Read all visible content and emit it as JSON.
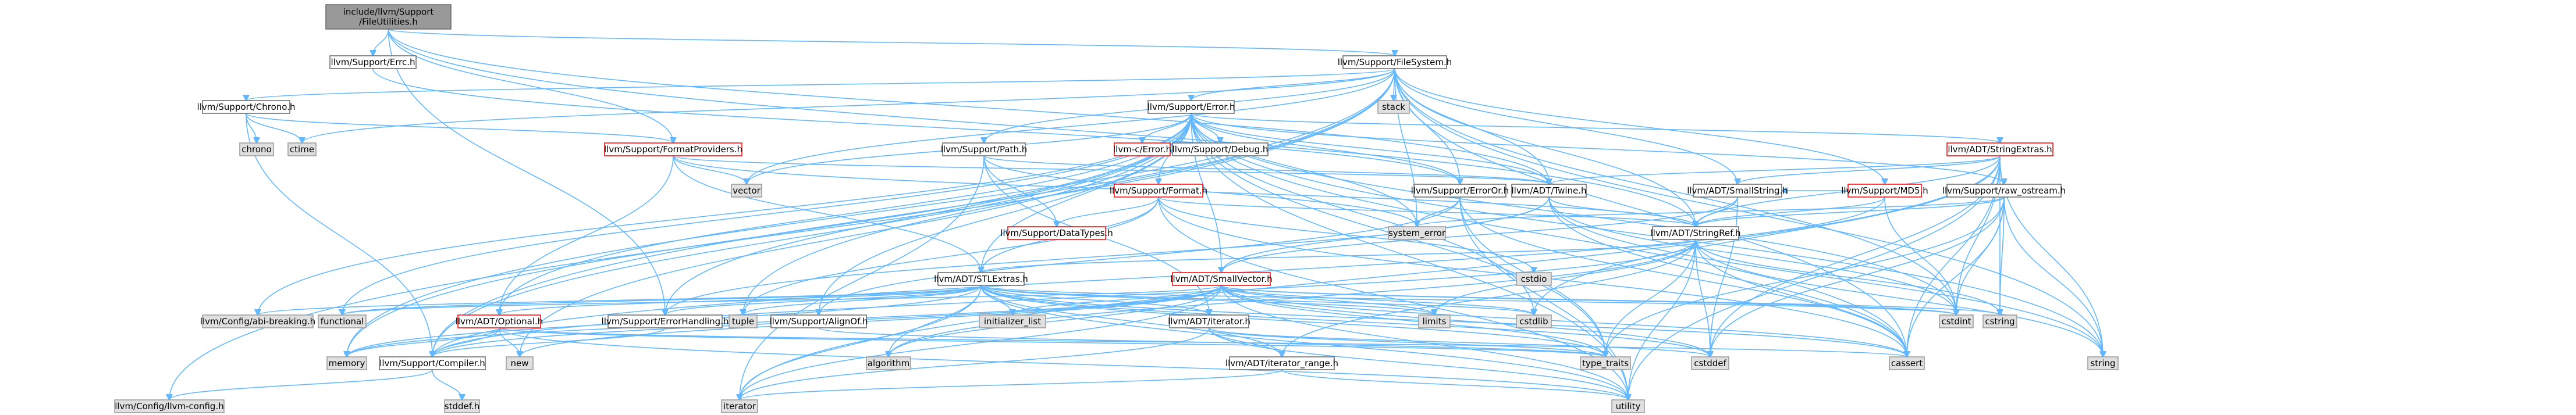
{
  "nodes": [
    {
      "id": "root",
      "label": "include/llvm/Support/FileUtilities.h",
      "lines": [
        "include/llvm/Support",
        "/FileUtilities.h"
      ],
      "kind": "root"
    },
    {
      "id": "errc",
      "label": "llvm/Support/Errc.h",
      "kind": "normal"
    },
    {
      "id": "filesystem",
      "label": "llvm/Support/FileSystem.h",
      "kind": "normal"
    },
    {
      "id": "chrono_h",
      "label": "llvm/Support/Chrono.h",
      "kind": "normal"
    },
    {
      "id": "chrono",
      "label": "chrono",
      "kind": "sys"
    },
    {
      "id": "ctime",
      "label": "ctime",
      "kind": "sys"
    },
    {
      "id": "formatproviders",
      "label": "llvm/Support/FormatProviders.h",
      "kind": "red"
    },
    {
      "id": "error_h",
      "label": "llvm/Support/Error.h",
      "kind": "normal"
    },
    {
      "id": "path_h",
      "label": "llvm/Support/Path.h",
      "kind": "normal"
    },
    {
      "id": "llvmc_error",
      "label": "llvm-c/Error.h",
      "kind": "red"
    },
    {
      "id": "debug_h",
      "label": "llvm/Support/Debug.h",
      "kind": "normal"
    },
    {
      "id": "stack",
      "label": "stack",
      "kind": "sys"
    },
    {
      "id": "stringextras",
      "label": "llvm/ADT/StringExtras.h",
      "kind": "red"
    },
    {
      "id": "vector",
      "label": "vector",
      "kind": "sys"
    },
    {
      "id": "format_h",
      "label": "llvm/Support/Format.h",
      "kind": "red"
    },
    {
      "id": "erroror",
      "label": "llvm/Support/ErrorOr.h",
      "kind": "normal"
    },
    {
      "id": "twine",
      "label": "llvm/ADT/Twine.h",
      "kind": "normal"
    },
    {
      "id": "smallstring",
      "label": "llvm/ADT/SmallString.h",
      "kind": "normal"
    },
    {
      "id": "md5",
      "label": "llvm/Support/MD5.h",
      "kind": "red"
    },
    {
      "id": "raw_ostream",
      "label": "llvm/Support/raw_ostream.h",
      "kind": "normal"
    },
    {
      "id": "datatypes",
      "label": "llvm/Support/DataTypes.h",
      "kind": "red"
    },
    {
      "id": "system_error",
      "label": "system_error",
      "kind": "sys"
    },
    {
      "id": "stringref",
      "label": "llvm/ADT/StringRef.h",
      "kind": "normal"
    },
    {
      "id": "stlextras",
      "label": "llvm/ADT/STLExtras.h",
      "kind": "normal"
    },
    {
      "id": "smallvector",
      "label": "llvm/ADT/SmallVector.h",
      "kind": "red"
    },
    {
      "id": "abibreaking",
      "label": "llvm/Config/abi-breaking.h",
      "kind": "sys"
    },
    {
      "id": "functional",
      "label": "functional",
      "kind": "sys"
    },
    {
      "id": "optional",
      "label": "llvm/ADT/Optional.h",
      "kind": "red"
    },
    {
      "id": "errorhandling",
      "label": "llvm/Support/ErrorHandling.h",
      "kind": "normal"
    },
    {
      "id": "tuple",
      "label": "tuple",
      "kind": "sys"
    },
    {
      "id": "alignof",
      "label": "llvm/Support/AlignOf.h",
      "kind": "normal"
    },
    {
      "id": "initializer_list",
      "label": "initializer_list",
      "kind": "sys"
    },
    {
      "id": "iterator_h",
      "label": "llvm/ADT/iterator.h",
      "kind": "normal"
    },
    {
      "id": "limits",
      "label": "limits",
      "kind": "sys"
    },
    {
      "id": "cstdlib",
      "label": "cstdlib",
      "kind": "sys"
    },
    {
      "id": "cstdint",
      "label": "cstdint",
      "kind": "sys"
    },
    {
      "id": "cstring",
      "label": "cstring",
      "kind": "sys"
    },
    {
      "id": "memory",
      "label": "memory",
      "kind": "sys"
    },
    {
      "id": "new",
      "label": "new",
      "kind": "sys"
    },
    {
      "id": "compiler",
      "label": "llvm/Support/Compiler.h",
      "kind": "normal"
    },
    {
      "id": "algorithm",
      "label": "algorithm",
      "kind": "sys"
    },
    {
      "id": "iterator_range",
      "label": "llvm/ADT/iterator_range.h",
      "kind": "normal"
    },
    {
      "id": "type_traits",
      "label": "type_traits",
      "kind": "sys"
    },
    {
      "id": "cstddef",
      "label": "cstddef",
      "kind": "sys"
    },
    {
      "id": "cassert",
      "label": "cassert",
      "kind": "sys"
    },
    {
      "id": "string",
      "label": "string",
      "kind": "sys"
    },
    {
      "id": "llvm_config",
      "label": "llvm/Config/llvm-config.h",
      "kind": "sys"
    },
    {
      "id": "stddef",
      "label": "stddef.h",
      "kind": "sys"
    },
    {
      "id": "iterator",
      "label": "iterator",
      "kind": "sys"
    },
    {
      "id": "utility",
      "label": "utility",
      "kind": "sys"
    }
  ],
  "edges": [
    [
      "root",
      "errc"
    ],
    [
      "root",
      "filesystem"
    ],
    [
      "root",
      "formatproviders"
    ],
    [
      "root",
      "errorhandling"
    ],
    [
      "root",
      "twine"
    ],
    [
      "root",
      "stringref"
    ],
    [
      "errc",
      "erroror"
    ],
    [
      "filesystem",
      "chrono_h"
    ],
    [
      "filesystem",
      "error_h"
    ],
    [
      "filesystem",
      "erroror"
    ],
    [
      "filesystem",
      "path_h"
    ],
    [
      "filesystem",
      "md5"
    ],
    [
      "filesystem",
      "twine"
    ],
    [
      "filesystem",
      "smallstring"
    ],
    [
      "filesystem",
      "stringref"
    ],
    [
      "filesystem",
      "stack"
    ],
    [
      "filesystem",
      "system_error"
    ],
    [
      "filesystem",
      "ctime"
    ],
    [
      "filesystem",
      "vector"
    ],
    [
      "filesystem",
      "compiler"
    ],
    [
      "filesystem",
      "llvm_config"
    ],
    [
      "filesystem",
      "cassert"
    ],
    [
      "filesystem",
      "cstdint"
    ],
    [
      "filesystem",
      "memory"
    ],
    [
      "filesystem",
      "string"
    ],
    [
      "filesystem",
      "tuple"
    ],
    [
      "chrono_h",
      "chrono"
    ],
    [
      "chrono_h",
      "ctime"
    ],
    [
      "chrono_h",
      "formatproviders"
    ],
    [
      "chrono_h",
      "compiler"
    ],
    [
      "formatproviders",
      "stringref"
    ],
    [
      "formatproviders",
      "stlextras"
    ],
    [
      "formatproviders",
      "twine"
    ],
    [
      "formatproviders",
      "vector"
    ],
    [
      "formatproviders",
      "optional"
    ],
    [
      "error_h",
      "llvmc_error"
    ],
    [
      "error_h",
      "debug_h"
    ],
    [
      "error_h",
      "stringextras"
    ],
    [
      "error_h",
      "format_h"
    ],
    [
      "error_h",
      "erroror"
    ],
    [
      "error_h",
      "raw_ostream"
    ],
    [
      "error_h",
      "twine"
    ],
    [
      "error_h",
      "stlextras"
    ],
    [
      "error_h",
      "smallvector"
    ],
    [
      "error_h",
      "abibreaking"
    ],
    [
      "error_h",
      "alignof"
    ],
    [
      "error_h",
      "errorhandling"
    ],
    [
      "error_h",
      "system_error"
    ],
    [
      "error_h",
      "vector"
    ],
    [
      "error_h",
      "compiler"
    ],
    [
      "error_h",
      "cassert"
    ],
    [
      "error_h",
      "cstdint"
    ],
    [
      "error_h",
      "cstdlib"
    ],
    [
      "error_h",
      "functional"
    ],
    [
      "error_h",
      "memory"
    ],
    [
      "error_h",
      "new"
    ],
    [
      "error_h",
      "optional"
    ],
    [
      "error_h",
      "string"
    ],
    [
      "error_h",
      "type_traits"
    ],
    [
      "error_h",
      "utility"
    ],
    [
      "path_h",
      "twine"
    ],
    [
      "path_h",
      "iterator_h"
    ],
    [
      "path_h",
      "datatypes"
    ],
    [
      "path_h",
      "system_error"
    ],
    [
      "path_h",
      "iterator"
    ],
    [
      "stringextras",
      "stringref"
    ],
    [
      "stringextras",
      "smallstring"
    ],
    [
      "stringextras",
      "twine"
    ],
    [
      "stringextras",
      "cassert"
    ],
    [
      "stringextras",
      "cstddef"
    ],
    [
      "stringextras",
      "cstdint"
    ],
    [
      "stringextras",
      "cstdlib"
    ],
    [
      "stringextras",
      "cstring"
    ],
    [
      "stringextras",
      "iterator"
    ],
    [
      "stringextras",
      "string"
    ],
    [
      "stringextras",
      "utility"
    ],
    [
      "format_h",
      "stlextras"
    ],
    [
      "format_h",
      "stringref"
    ],
    [
      "format_h",
      "datatypes"
    ],
    [
      "format_h",
      "cassert"
    ],
    [
      "format_h",
      "cstdio"
    ],
    [
      "format_h",
      "tuple"
    ],
    [
      "format_h",
      "utility"
    ],
    [
      "erroror",
      "alignof"
    ],
    [
      "erroror",
      "cassert"
    ],
    [
      "erroror",
      "system_error"
    ],
    [
      "erroror",
      "type_traits"
    ],
    [
      "erroror",
      "utility"
    ],
    [
      "twine",
      "smallvector"
    ],
    [
      "twine",
      "stringref"
    ],
    [
      "twine",
      "errorhandling"
    ],
    [
      "twine",
      "cassert"
    ],
    [
      "twine",
      "cstdint"
    ],
    [
      "twine",
      "string"
    ],
    [
      "smallstring",
      "stringref"
    ],
    [
      "smallstring",
      "smallvector"
    ],
    [
      "smallstring",
      "cstddef"
    ],
    [
      "md5",
      "stringref"
    ],
    [
      "md5",
      "smallstring"
    ],
    [
      "md5",
      "cstdint"
    ],
    [
      "md5",
      "compiler"
    ],
    [
      "raw_ostream",
      "stringref"
    ],
    [
      "raw_ostream",
      "cassert"
    ],
    [
      "raw_ostream",
      "cstddef"
    ],
    [
      "raw_ostream",
      "cstdint"
    ],
    [
      "raw_ostream",
      "cstring"
    ],
    [
      "raw_ostream",
      "string"
    ],
    [
      "raw_ostream",
      "system_error"
    ],
    [
      "raw_ostream",
      "type_traits"
    ],
    [
      "stringref",
      "stlextras"
    ],
    [
      "stringref",
      "iterator_range"
    ],
    [
      "stringref",
      "compiler"
    ],
    [
      "stringref",
      "algorithm"
    ],
    [
      "stringref",
      "cassert"
    ],
    [
      "stringref",
      "cstddef"
    ],
    [
      "stringref",
      "cstring"
    ],
    [
      "stringref",
      "limits"
    ],
    [
      "stringref",
      "string"
    ],
    [
      "stringref",
      "type_traits"
    ],
    [
      "stringref",
      "utility"
    ],
    [
      "stlextras",
      "abibreaking"
    ],
    [
      "stlextras",
      "functional"
    ],
    [
      "stlextras",
      "optional"
    ],
    [
      "stlextras",
      "errorhandling"
    ],
    [
      "stlextras",
      "tuple"
    ],
    [
      "stlextras",
      "initializer_list"
    ],
    [
      "stlextras",
      "iterator_h"
    ],
    [
      "stlextras",
      "iterator_range"
    ],
    [
      "stlextras",
      "limits"
    ],
    [
      "stlextras",
      "cstdint"
    ],
    [
      "stlextras",
      "algorithm"
    ],
    [
      "stlextras",
      "type_traits"
    ],
    [
      "stlextras",
      "cassert"
    ],
    [
      "stlextras",
      "cstddef"
    ],
    [
      "stlextras",
      "cstdlib"
    ],
    [
      "stlextras",
      "memory"
    ],
    [
      "stlextras",
      "iterator"
    ],
    [
      "stlextras",
      "utility"
    ],
    [
      "smallvector",
      "compiler"
    ],
    [
      "smallvector",
      "algorithm"
    ],
    [
      "smallvector",
      "cassert"
    ],
    [
      "smallvector",
      "cstddef"
    ],
    [
      "smallvector",
      "cstdlib"
    ],
    [
      "smallvector",
      "cstring"
    ],
    [
      "smallvector",
      "initializer_list"
    ],
    [
      "smallvector",
      "iterator"
    ],
    [
      "smallvector",
      "limits"
    ],
    [
      "smallvector",
      "memory"
    ],
    [
      "smallvector",
      "new"
    ],
    [
      "smallvector",
      "type_traits"
    ],
    [
      "smallvector",
      "utility"
    ],
    [
      "smallvector",
      "functional"
    ],
    [
      "smallvector",
      "cstdint"
    ],
    [
      "optional",
      "compiler"
    ],
    [
      "optional",
      "memory"
    ],
    [
      "optional",
      "new"
    ],
    [
      "optional",
      "type_traits"
    ],
    [
      "optional",
      "utility"
    ],
    [
      "optional",
      "cassert"
    ],
    [
      "errorhandling",
      "compiler"
    ],
    [
      "alignof",
      "type_traits"
    ],
    [
      "iterator_h",
      "iterator_range"
    ],
    [
      "iterator_h",
      "cstddef"
    ],
    [
      "iterator_h",
      "iterator"
    ],
    [
      "iterator_h",
      "type_traits"
    ],
    [
      "iterator_h",
      "utility"
    ],
    [
      "compiler",
      "llvm_config"
    ],
    [
      "compiler",
      "stddef"
    ],
    [
      "iterator_range",
      "iterator"
    ],
    [
      "iterator_range",
      "utility"
    ]
  ],
  "extra_nodes": [
    {
      "id": "cstdio",
      "label": "cstdio",
      "kind": "sys"
    }
  ]
}
